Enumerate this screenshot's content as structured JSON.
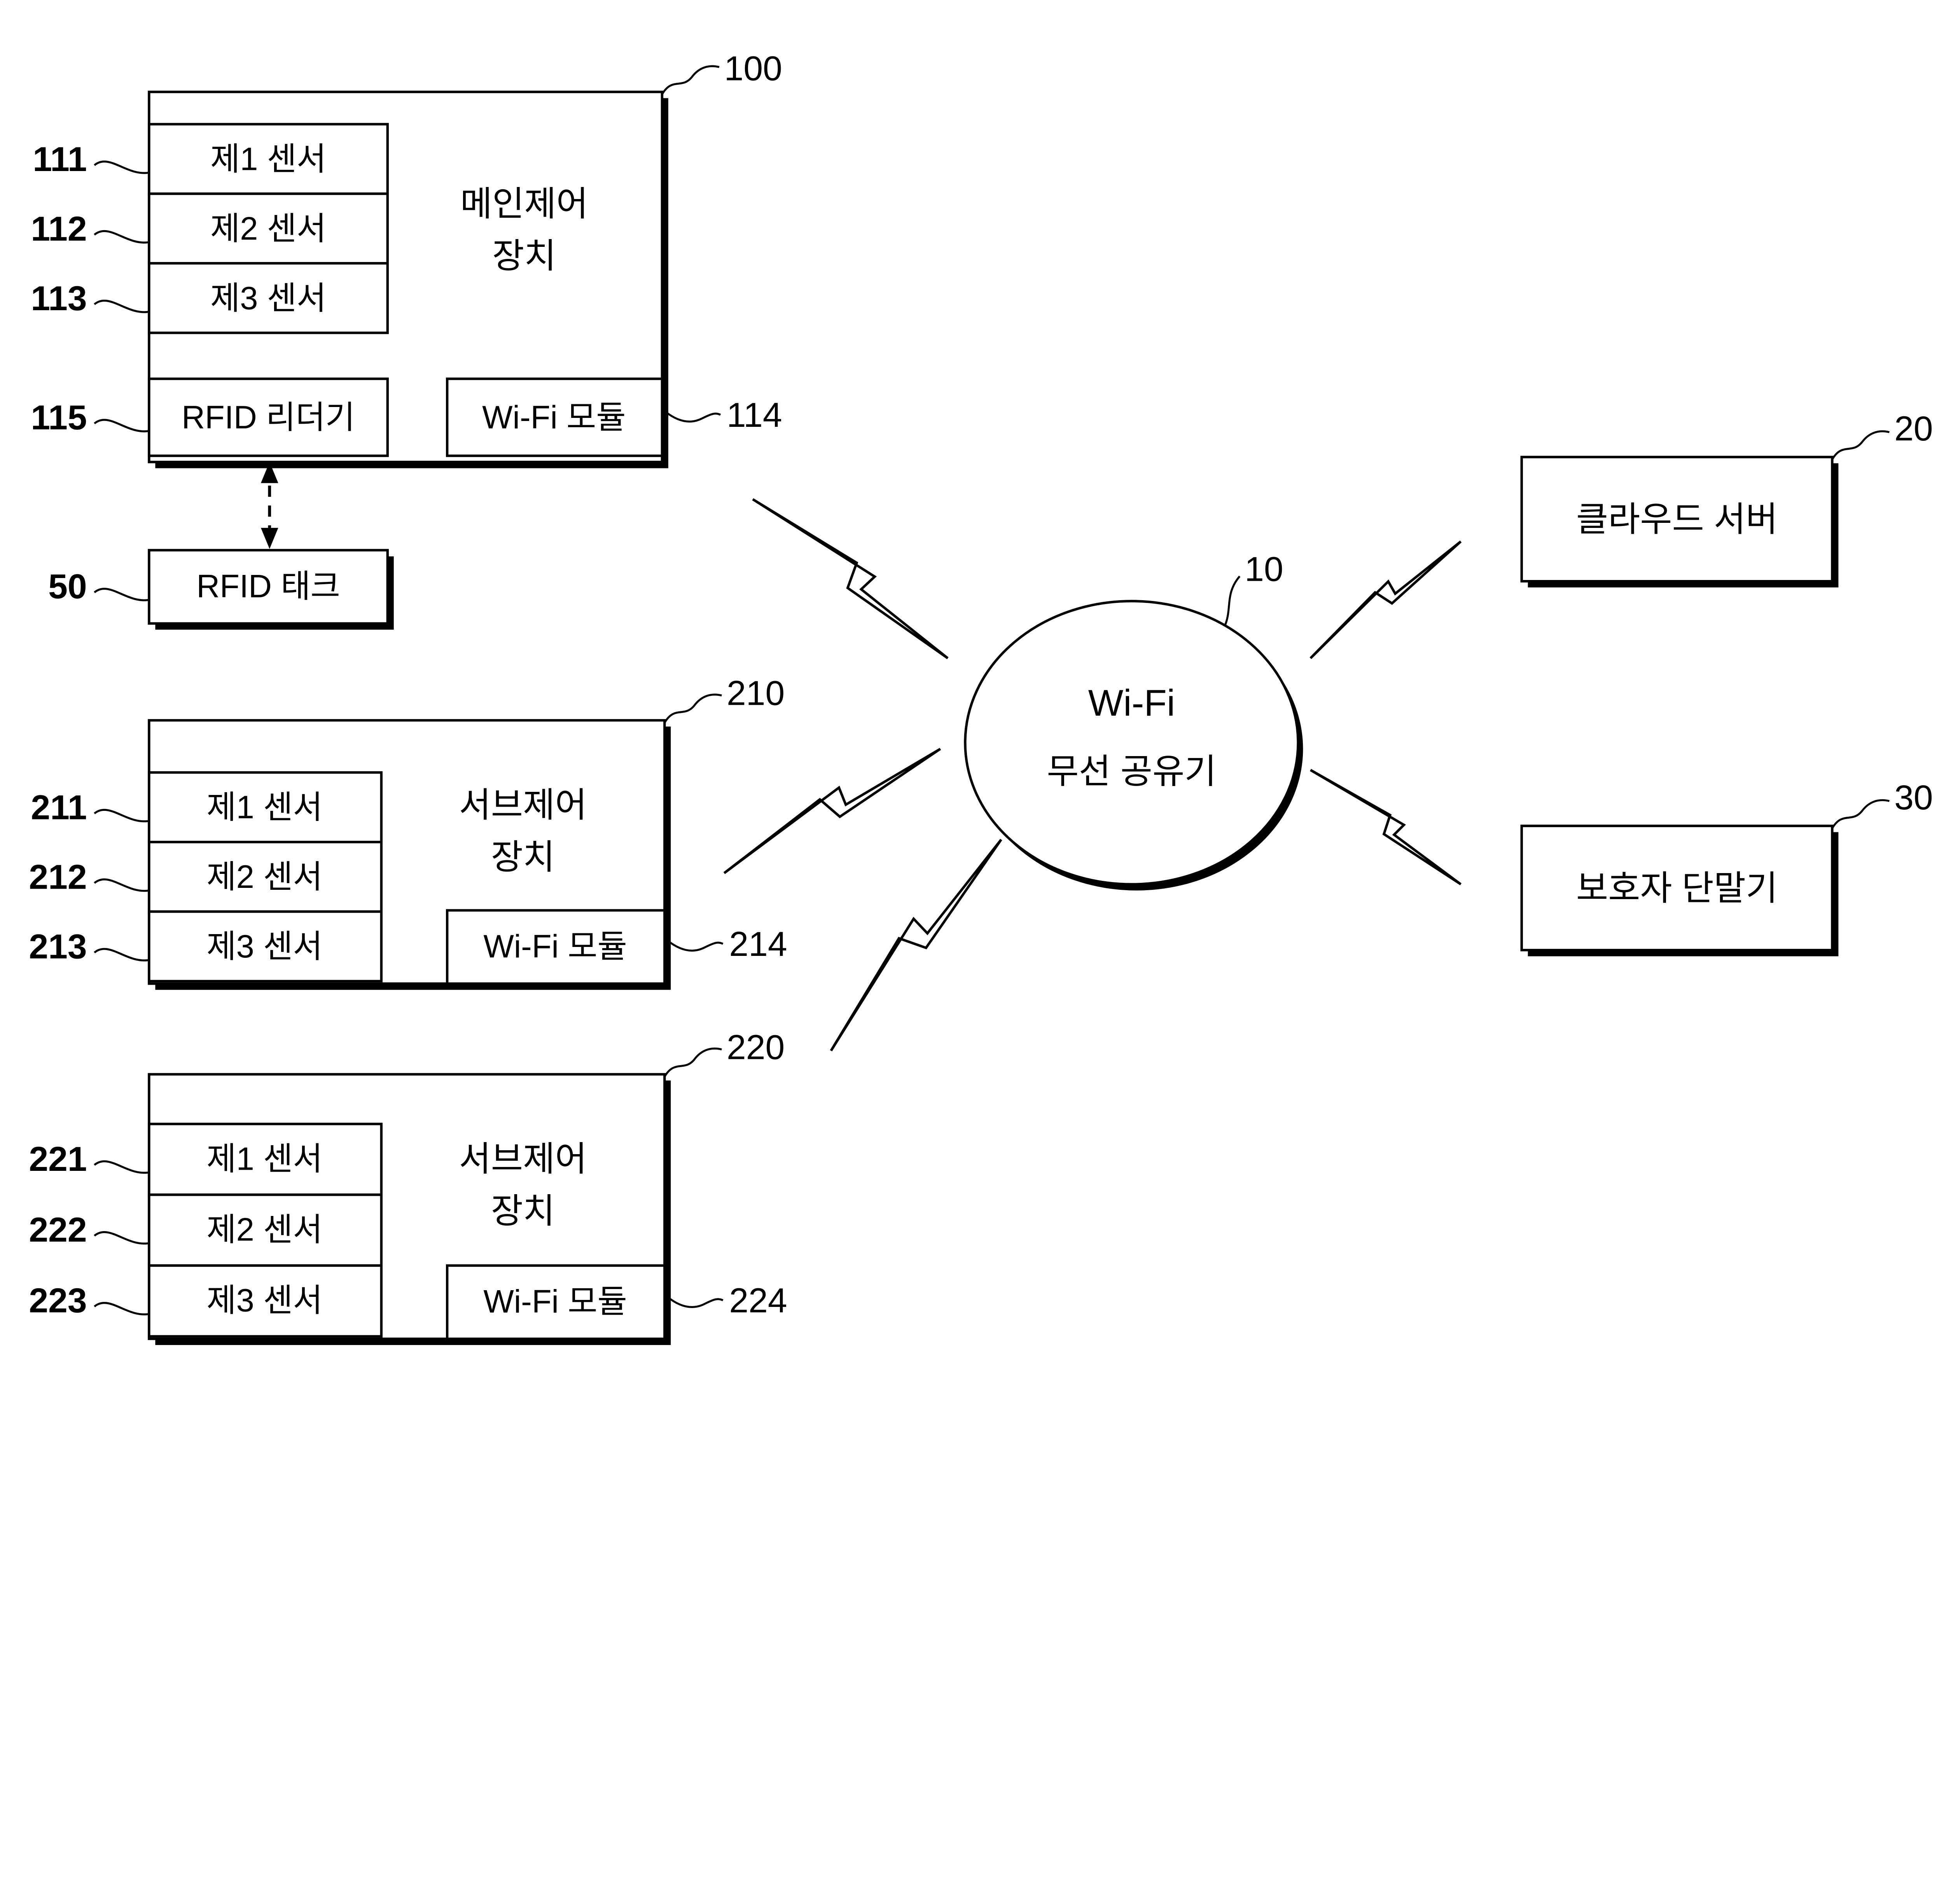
{
  "diagram": {
    "colors": {
      "ink": "#000000",
      "paper": "#ffffff"
    },
    "hub": {
      "ref": "10",
      "line1": "Wi-Fi",
      "line2": "무선 공유기"
    },
    "main_device": {
      "ref": "100",
      "title_line1": "메인제어",
      "title_line2": "장치",
      "sensors": [
        {
          "ref": "111",
          "label": "제1 센서"
        },
        {
          "ref": "112",
          "label": "제2 센서"
        },
        {
          "ref": "113",
          "label": "제3 센서"
        }
      ],
      "rfid_reader": {
        "ref": "115",
        "label": "RFID 리더기"
      },
      "wifi_module": {
        "ref": "114",
        "label": "Wi-Fi 모듈"
      }
    },
    "rfid_tag": {
      "ref": "50",
      "label": "RFID 태크"
    },
    "sub_device_1": {
      "ref": "210",
      "title_line1": "서브제어",
      "title_line2": "장치",
      "sensors": [
        {
          "ref": "211",
          "label": "제1 센서"
        },
        {
          "ref": "212",
          "label": "제2 센서"
        },
        {
          "ref": "213",
          "label": "제3 센서"
        }
      ],
      "wifi_module": {
        "ref": "214",
        "label": "Wi-Fi 모듈"
      }
    },
    "sub_device_2": {
      "ref": "220",
      "title_line1": "서브제어",
      "title_line2": "장치",
      "sensors": [
        {
          "ref": "221",
          "label": "제1 센서"
        },
        {
          "ref": "222",
          "label": "제2 센서"
        },
        {
          "ref": "223",
          "label": "제3 센서"
        }
      ],
      "wifi_module": {
        "ref": "224",
        "label": "Wi-Fi 모듈"
      }
    },
    "cloud_server": {
      "ref": "20",
      "label": "클라우드 서버"
    },
    "guardian_terminal": {
      "ref": "30",
      "label": "보호자 단말기"
    }
  }
}
